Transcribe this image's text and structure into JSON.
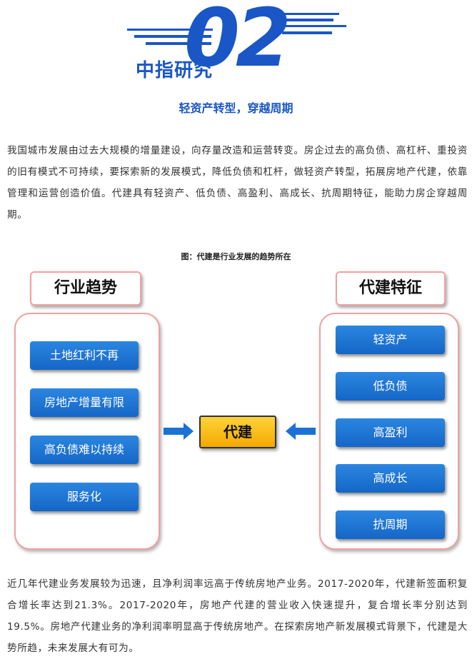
{
  "header": {
    "number": "02",
    "brand": "中指研究",
    "subtitle": "轻资产转型，穿越周期"
  },
  "intro_paragraph": "我国城市发展由过去大规模的增量建设，向存量改造和运营转变。房企过去的高负债、高杠杆、重投资的旧有模式不可持续，要探索新的发展模式，降低负债和杠杆，做轻资产转型，拓展房地产代建，依靠管理和运营创造价值。代建具有轻资产、低负债、高盈利、高成长、抗周期特征，能助力房企穿越周期。",
  "figure": {
    "caption": "图：代建是行业发展的趋势所在",
    "left_title": "行业趋势",
    "left_items": [
      "土地红利不再",
      "房地产增量有限",
      "高负债难以持续",
      "服务化"
    ],
    "center_label": "代建",
    "right_title": "代建特征",
    "right_items": [
      "轻资产",
      "低负债",
      "高盈利",
      "高成长",
      "抗周期"
    ]
  },
  "closing_paragraph": "近几年代建业务发展较为迅速，且净利润率远高于传统房地产业务。2017-2020年，代建新签面积复合增长率达到21.3%。2017-2020年，房地产代建的营业收入快速提升，复合增长率分别达到19.5%。房地产代建业务的净利润率明显高于传统房地产。在探索房地产新发展模式背景下，代建是大势所趋，未来发展大有可为。",
  "colors": {
    "accent_blue": "#1a56c6",
    "button_blue": "#1b72d4",
    "center_yellow": "#f7b500",
    "panel_border": "#f2a0a0"
  }
}
